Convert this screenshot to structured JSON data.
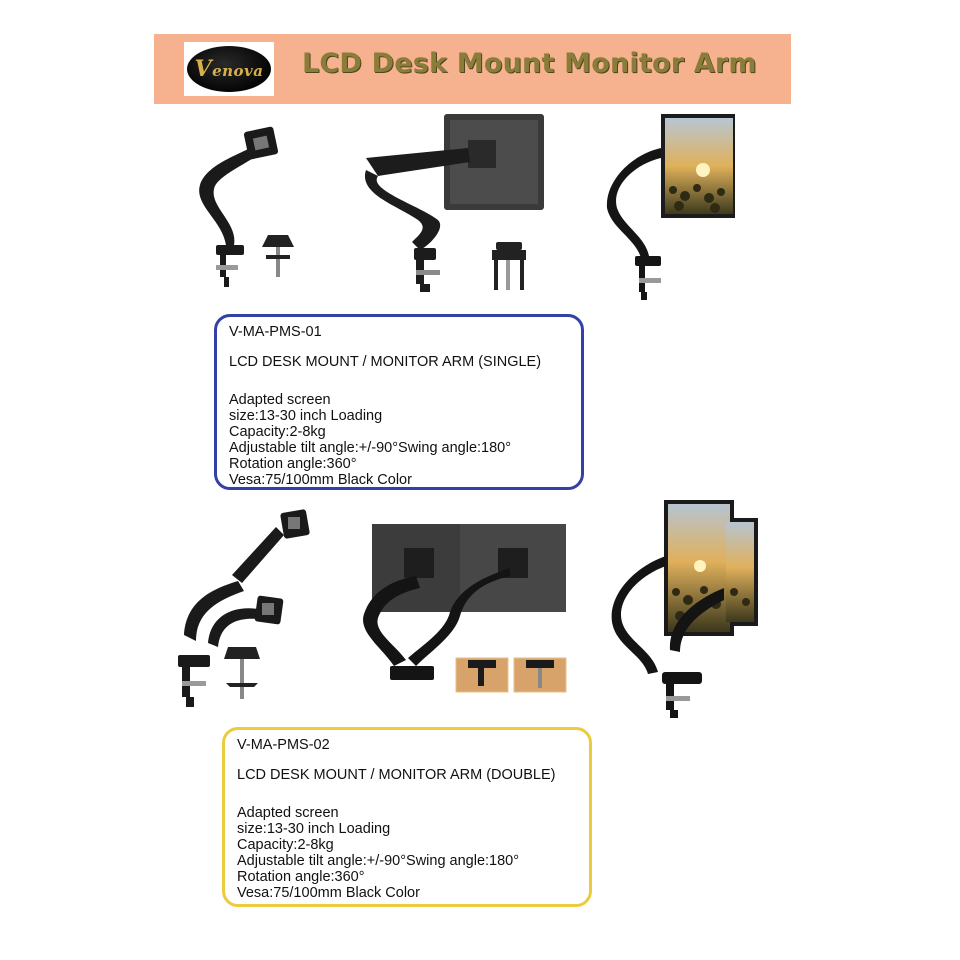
{
  "brand": {
    "logo_text": "Venova",
    "accent": "#f6b18f"
  },
  "page_title": "LCD Desk Mount Monitor Arm",
  "products": [
    {
      "code": "V-MA-PMS-01",
      "title": "LCD DESK MOUNT / MONITOR ARM (SINGLE)",
      "border_color": "#3340a6",
      "specs": [
        "Adapted screen",
        "size:13-30 inch Loading",
        "Capacity:2-8kg",
        "Adjustable tilt angle:+/-90°Swing angle:180°",
        "Rotation angle:360°",
        "Vesa:75/100mm Black Color"
      ]
    },
    {
      "code": "V-MA-PMS-02",
      "title": "LCD DESK MOUNT / MONITOR ARM (DOUBLE)",
      "border_color": "#eccb3c",
      "specs": [
        "Adapted screen",
        "size:13-30 inch Loading",
        "Capacity:2-8kg",
        "Adjustable tilt angle:+/-90°Swing angle:180°",
        "Rotation angle:360°",
        "Vesa:75/100mm Black Color"
      ]
    }
  ]
}
